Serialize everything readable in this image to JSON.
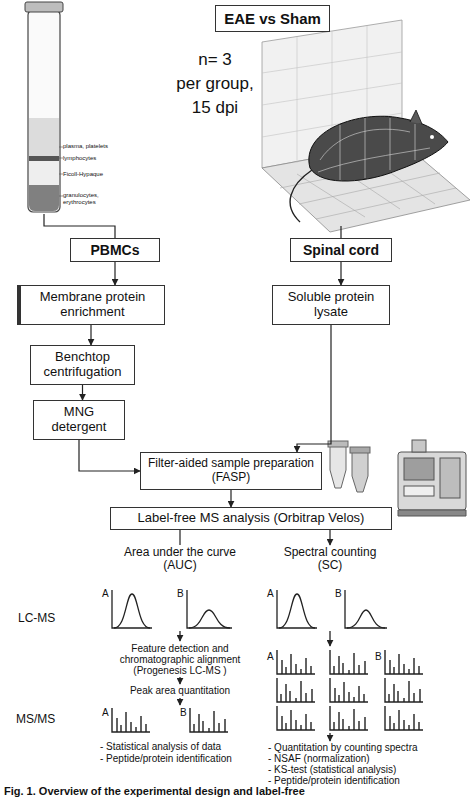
{
  "diagram": {
    "caption": "Fig. 1. Overview of the experimental design and label-free",
    "nodes": [
      {
        "text": [
          "EAE vs Sham"
        ]
      },
      {
        "text": [
          "PBMCs"
        ]
      },
      {
        "text": [
          "Spinal cord"
        ]
      },
      {
        "text": [
          "Membrane protein enrichment"
        ]
      },
      {
        "text": [
          "Benchtop centrifugation"
        ]
      },
      {
        "text": [
          "MNG detergent"
        ]
      },
      {
        "text": [
          "Soluble protein lysate"
        ]
      },
      {
        "text": [
          "Filter-aided sample preparation (FASP)"
        ]
      },
      {
        "text": [
          "Label-free MS analysis (Orbitrap Velos)"
        ]
      }
    ],
    "edges": [
      {
        "from": 1,
        "to": 3,
        "arrow": "to"
      },
      {
        "from": 3,
        "to": 4,
        "arrow": "to"
      },
      {
        "from": 4,
        "to": 5,
        "arrow": "to"
      },
      {
        "from": 5,
        "to": 7,
        "arrow": "to"
      },
      {
        "from": 2,
        "to": 6,
        "arrow": "to"
      },
      {
        "from": 6,
        "to": 7,
        "arrow": "to"
      },
      {
        "from": 7,
        "to": 8,
        "arrow": "to"
      }
    ],
    "labels": [
      "plasma, platelets",
      "lymphocytes",
      "Ficoll-Hypaque",
      "granulocytes, erythrocytes",
      "n= 3",
      "per group,",
      "15 dpi",
      "Area under the curve (AUC)",
      "Spectral counting (SC)",
      "LC-MS",
      "A",
      "B",
      "Feature detection and chromatographic alignment (Progenesis LC-MS )",
      "Peak area quantitation",
      "MS/MS",
      "A",
      "B",
      "- Statistical analysis of data",
      "- Peptide/protein identification",
      "A",
      "B",
      "A",
      "B",
      "- Quantitation by counting spectra",
      "- NSAF (normalization)",
      "- KS-test (statistical analysis)",
      "- Peptide/protein identification"
    ]
  }
}
